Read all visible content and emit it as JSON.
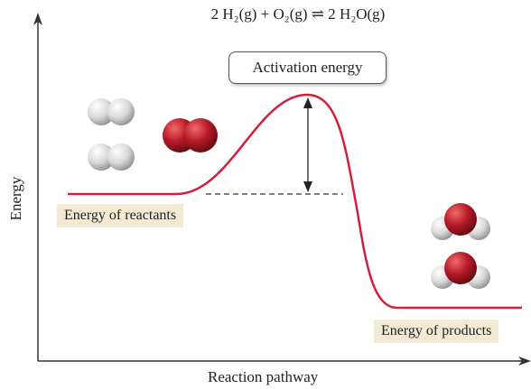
{
  "equation": "2 H₂(g)  +  O₂(g)  ⇌  2 H₂O(g)",
  "callout": "Activation energy",
  "labels": {
    "reactants": "Energy of reactants",
    "products": "Energy of products"
  },
  "axes": {
    "xlabel": "Reaction pathway",
    "ylabel": "Energy"
  },
  "colors": {
    "curve": "#d0203a",
    "oxygen": "#b01a26",
    "hydrogen": "#d8d8d8",
    "label_bg": "#f3ead3"
  }
}
